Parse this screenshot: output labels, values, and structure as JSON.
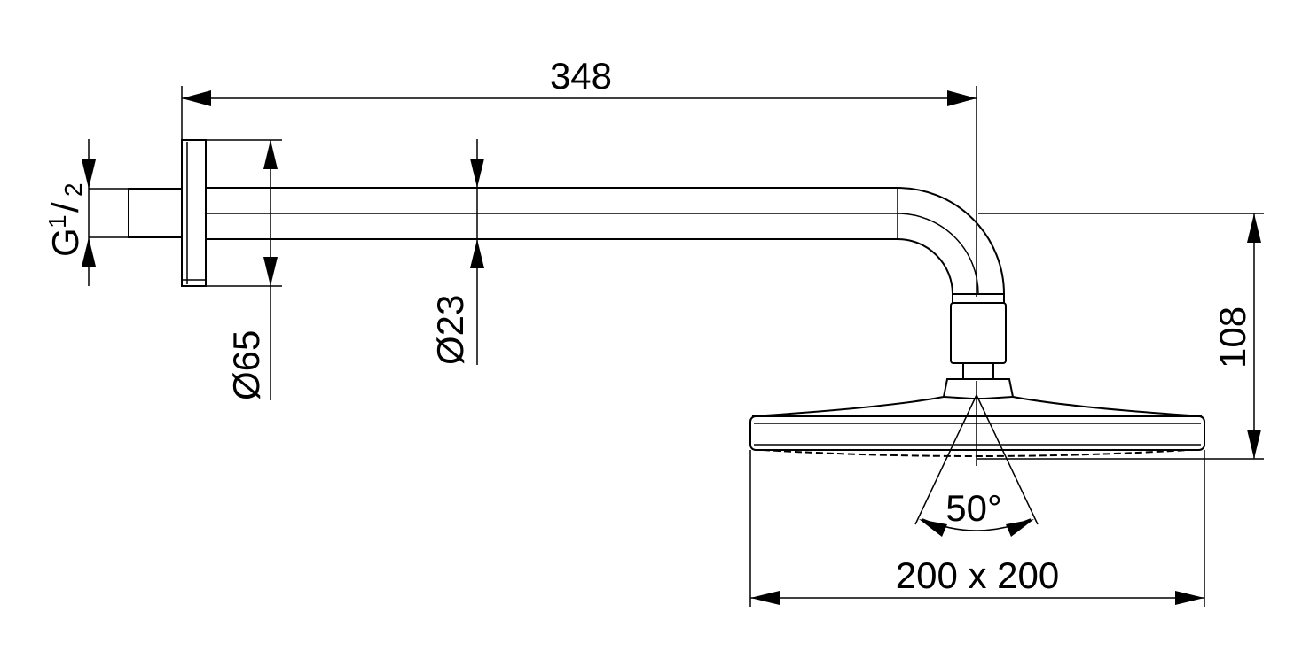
{
  "dimensions": {
    "arm_length": "348",
    "flange_diameter": "Ø65",
    "pipe_diameter": "Ø23",
    "thread_prefix": "G",
    "thread_num": "1",
    "thread_slash": "/",
    "thread_den": "2",
    "drop_height": "108",
    "spray_angle": "50°",
    "head_size": "200 x 200"
  }
}
